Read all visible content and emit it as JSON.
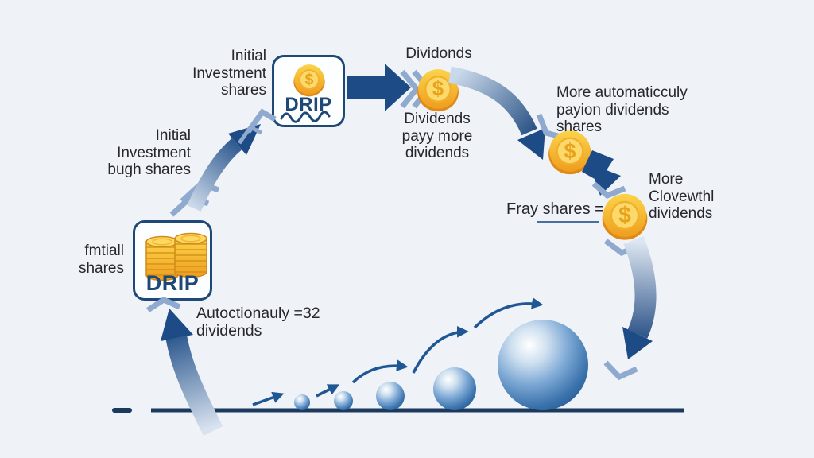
{
  "title": "DRIP dividend reinvestment cycle diagram",
  "palette": {
    "bg": "#eff2f7",
    "text": "#26262e",
    "navy": "#1e4976",
    "arrow_dark": "#1c4b85",
    "arrow_light": "#ccd9ea",
    "chevron": "#8fa9cf",
    "line": "#1b3a5e",
    "underline": "#47709f",
    "coin_gold": "#f7b32b",
    "coin_light": "#fcd96b",
    "coin_edge": "#e08916",
    "sphere_blue": "#2f6aa5"
  },
  "icons": {
    "dollar": "$"
  },
  "nodes": {
    "initial_investment_shares": {
      "text": "Initial\nInvestment\nshares"
    },
    "drip_top": {
      "label": "DRIP"
    },
    "dividonds": {
      "text": "Dividonds"
    },
    "dividends_payy": {
      "text": "Dividends\npayy more\ndividends"
    },
    "more_automaticculy": {
      "text": "More automaticculy\npayion dividends\nshares"
    },
    "more_clovewthl": {
      "text": "More\nClovewthl\ndividends"
    },
    "fray_shares": {
      "text": "Fray shares ="
    },
    "initial_investment_bugh": {
      "text": "Initial\nInvestment\nbugh shares"
    },
    "drip_left": {
      "label": "DRIP"
    },
    "fmtiall_shares": {
      "text": "fmtiall\nshares"
    },
    "autoctionauly": {
      "text": "Autoctionauly =32\ndividends"
    }
  }
}
